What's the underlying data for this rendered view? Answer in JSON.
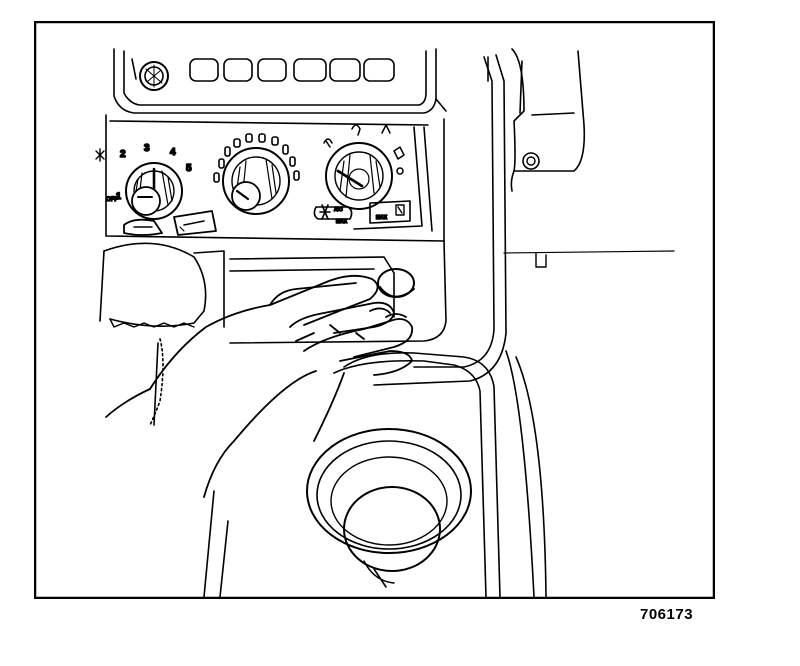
{
  "figure": {
    "id": "706173"
  },
  "dial_labels": {
    "fan_off": "OFF",
    "fan_1": "1",
    "fan_2": "2",
    "fan_3": "3",
    "fan_4": "4",
    "fan_5": "5",
    "ac": "A/C",
    "max": "MAX",
    "max_ac": "MAX"
  },
  "colors": {
    "ink": "#000000",
    "paper": "#ffffff"
  }
}
